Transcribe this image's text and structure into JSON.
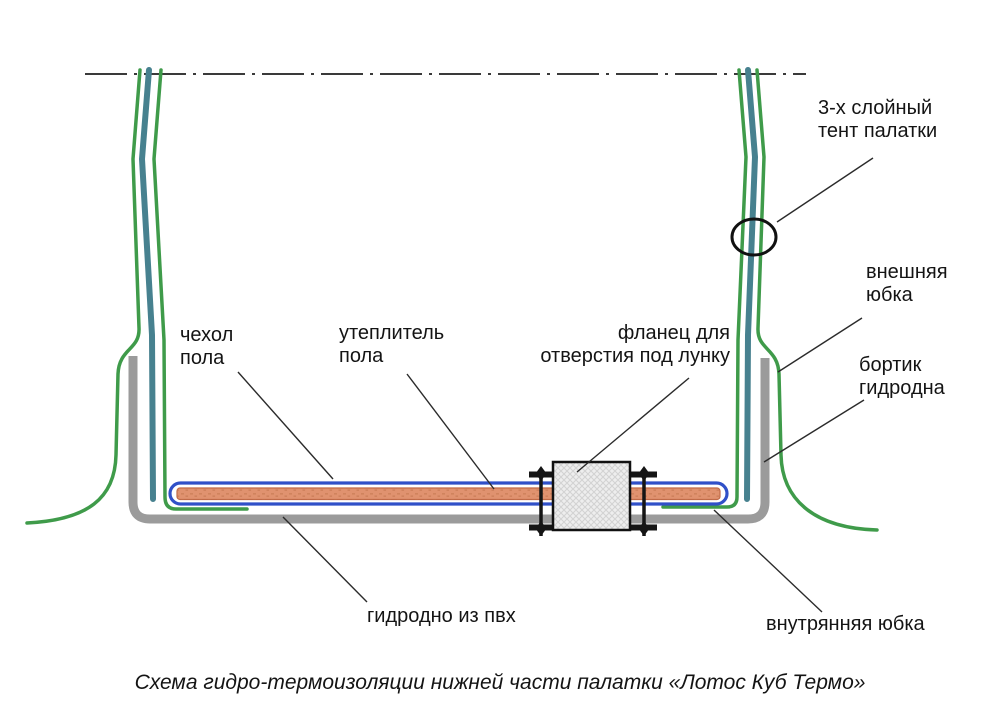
{
  "diagram": {
    "caption": "Схема гидро-термоизоляции нижней части палатки «Лотос Куб Термо»",
    "labels": {
      "tent_layers": {
        "line1": "3-х слойный",
        "line2": "тент палатки"
      },
      "outer_skirt": {
        "line1": "внешняя",
        "line2": "юбка"
      },
      "hydro_bottom_side": {
        "line1": "бортик",
        "line2": "гидродна"
      },
      "floor_cover": {
        "line1": "чехол",
        "line2": "пола"
      },
      "floor_insulation": {
        "line1": "утеплитель",
        "line2": "пола"
      },
      "ice_hole_flange": {
        "line1": "фланец для",
        "line2": "отверстия под лунку"
      },
      "pvc_hydro_bottom": {
        "line1": "гидродно из пвх"
      },
      "inner_skirt": {
        "line1": "внутрянняя юбка"
      }
    },
    "colors": {
      "tent_green": "#3f9b4a",
      "tent_teal": "#47818f",
      "pvc_gray": "#9b9b9b",
      "cover_blue": "#3050c8",
      "insulation_orange": "#e0926f",
      "insulation_border": "#c06a48",
      "line_dark": "#222222"
    }
  }
}
